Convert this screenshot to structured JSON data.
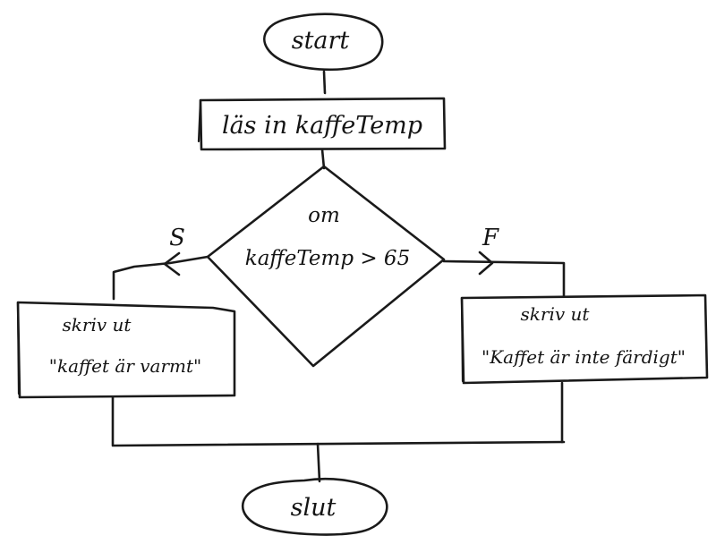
{
  "flowchart": {
    "start_label": "start",
    "input_label": "läs in kaffeTemp",
    "decision_line1": "om",
    "decision_line2": "kaffeTemp > 65",
    "true_branch_label": "S",
    "false_branch_label": "F",
    "true_box_line1": "skriv ut",
    "true_box_line2": "\"kaffet är varmt\"",
    "false_box_line1": "skriv ut",
    "false_box_line2": "\"Kaffet är inte färdigt\"",
    "end_label": "slut"
  }
}
